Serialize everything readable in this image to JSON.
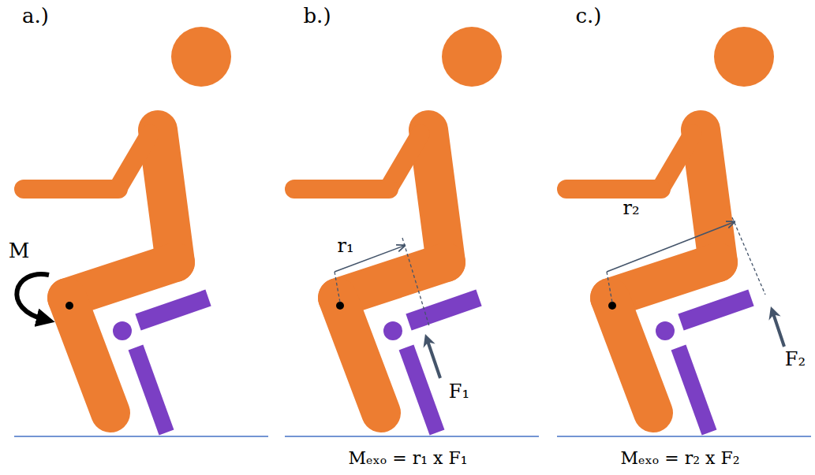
{
  "diagram": {
    "labels": [
      "a.)",
      "b.)",
      "c.)",
      "M",
      "r₁",
      "F₁",
      "Mₑₓₒ = r₁ x F₁",
      "r₂",
      "F₂",
      "Mₑₓₒ = r₂ x F₂"
    ]
  }
}
